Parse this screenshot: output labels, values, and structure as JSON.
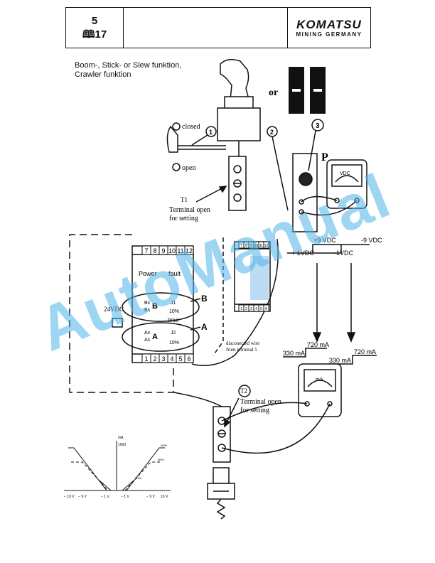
{
  "header": {
    "page_number": "5",
    "page_ref": "🕮17",
    "brand": "KOMATSU",
    "brand_sub": "MINING GERMANY"
  },
  "caption": {
    "line1": "Boom-, Stick- or Slew funktion,",
    "line2": "Crawler funktion"
  },
  "or_label": "or",
  "callouts": {
    "c1": "1",
    "c2": "2",
    "c3": "3"
  },
  "switch": {
    "closed": "closed",
    "open": "open"
  },
  "t1": {
    "tag": "T1",
    "line1": "Terminal open",
    "line2": "for setting"
  },
  "t2": {
    "tag": "T2",
    "line1": "Terminal open",
    "line2": "for setting"
  },
  "pot_label": "P",
  "meter_top_label": "VDC",
  "meter_bottom_label": "mA",
  "module": {
    "terminals_top": [
      "7",
      "8",
      "9",
      "10",
      "11",
      "12"
    ],
    "terminals_bottom": [
      "1",
      "2",
      "3",
      "4",
      "5",
      "6"
    ],
    "power": "Power",
    "fault": "fault",
    "time": "time",
    "bx": "Bx",
    "bs": "Bs",
    "b_label": "B",
    "ax": "Ax",
    "as": "As",
    "a_label": "A",
    "j1": "J1",
    "j2": "J2",
    "pct_b": "10%",
    "pct_a": "10%",
    "supply": "24VDC",
    "callout_b": "B",
    "callout_a": "A"
  },
  "small_module": {
    "terminals_top": [
      "7",
      "8",
      "9",
      "10",
      "11",
      "12"
    ],
    "terminals_bottom": [
      "1",
      "2",
      "3",
      "4",
      "5",
      "6"
    ]
  },
  "disconnected": {
    "line1": "disconected wire",
    "line2": "from terminal 5"
  },
  "voltages": {
    "plus9": "+9 VDC",
    "plus1": "+ 1VDC",
    "minus1": "-1VDC",
    "minus9": "-9 VDC"
  },
  "currents": {
    "a330_left": "330 mA",
    "a720_left": "720 mA",
    "a330_right": "330 mA",
    "a720_right": "720 mA"
  },
  "graph": {
    "y_unit": "mA",
    "y_max": "1000",
    "x_labels": [
      "− 10 V",
      "− 9 V",
      "− 1 V",
      "− 1 V",
      "− 9 V",
      "10 V"
    ],
    "curve_labels": [
      "I90%",
      "I60%",
      "I10%"
    ]
  },
  "watermark": "AutoManual"
}
